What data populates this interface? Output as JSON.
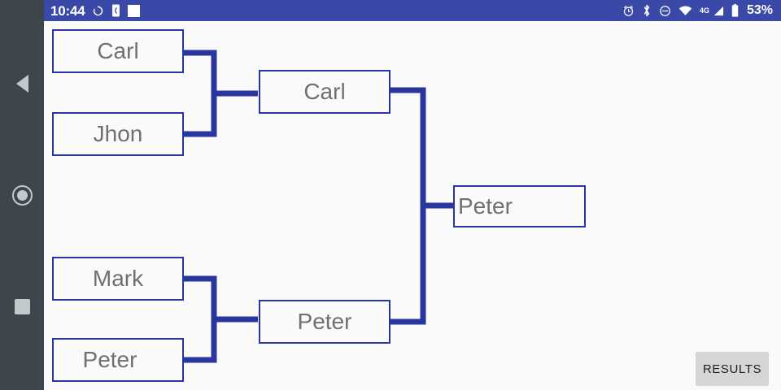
{
  "status_bar": {
    "time": "10:44",
    "battery_percent": "53%",
    "network_label": "4G",
    "background_color": "#3a48a8",
    "foreground_color": "#ffffff",
    "left_icons": [
      "sync-rotation-icon",
      "vibrate-phone-icon",
      "white-square-icon"
    ],
    "right_icons": [
      "alarm-clock-icon",
      "bluetooth-icon",
      "do-not-disturb-icon",
      "wifi-icon",
      "cellular-signal-icon",
      "battery-icon"
    ]
  },
  "nav_bar": {
    "background_color": "#3c464c",
    "buttons": [
      {
        "name": "back",
        "icon": "back-triangle-icon"
      },
      {
        "name": "home",
        "icon": "home-circle-icon"
      },
      {
        "name": "recents",
        "icon": "recents-square-icon"
      }
    ]
  },
  "bracket": {
    "line_color": "#2a36a0",
    "box_border_color": "#2a36a0",
    "box_fill_color": "#fafafa",
    "text_color": "#707070",
    "rounds": [
      {
        "name": "round-of-4",
        "slots": [
          {
            "id": "r1m1p1",
            "label": "Carl"
          },
          {
            "id": "r1m1p2",
            "label": "Jhon"
          },
          {
            "id": "r1m2p1",
            "label": "Mark"
          },
          {
            "id": "r1m2p2",
            "label": "Peter"
          }
        ]
      },
      {
        "name": "semifinal",
        "slots": [
          {
            "id": "r2m1",
            "label": "Carl"
          },
          {
            "id": "r2m2",
            "label": "Peter"
          }
        ]
      },
      {
        "name": "final-winner",
        "slots": [
          {
            "id": "r3m1",
            "label": "Peter"
          }
        ]
      }
    ]
  },
  "results_button": {
    "label": "RESULTS"
  }
}
